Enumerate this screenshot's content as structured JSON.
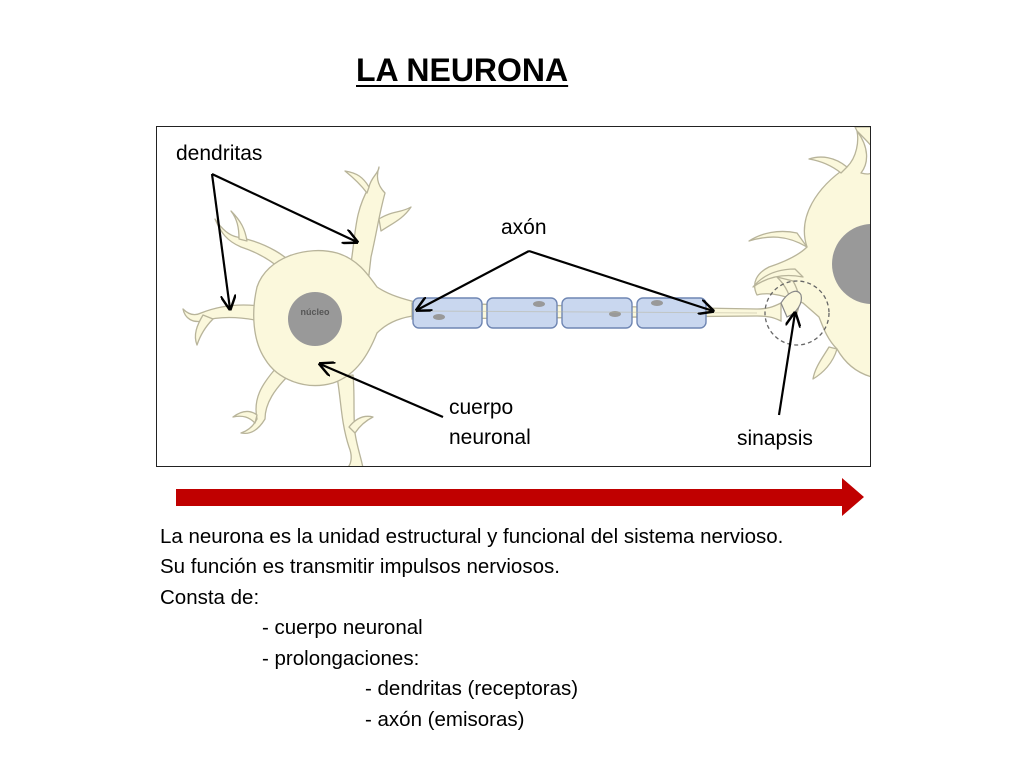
{
  "title": "LA NEURONA",
  "diagram": {
    "labels": {
      "dendritas": "dendritas",
      "axon": "axón",
      "cuerpo_line1": "cuerpo",
      "cuerpo_line2": "neuronal",
      "sinapsis": "sinapsis",
      "nucleo": "núcleo"
    },
    "colors": {
      "cytoplasm": "#fbf8dc",
      "outline": "#b8b49a",
      "myelin": "#c9d7ef",
      "myelin_border": "#6f86b3",
      "nucleus": "#999999",
      "arrow": "#000000"
    }
  },
  "flow_arrow": {
    "color": "#c00000",
    "direction": "right"
  },
  "description": {
    "line1": "La neurona es la unidad estructural y funcional del sistema nervioso.",
    "line2": "Su función es transmitir impulsos nerviosos.",
    "line3": "Consta de:",
    "item1": "- cuerpo neuronal",
    "item2": "- prolongaciones:",
    "sub1": "- dendritas (receptoras)",
    "sub2": "- axón (emisoras)"
  }
}
